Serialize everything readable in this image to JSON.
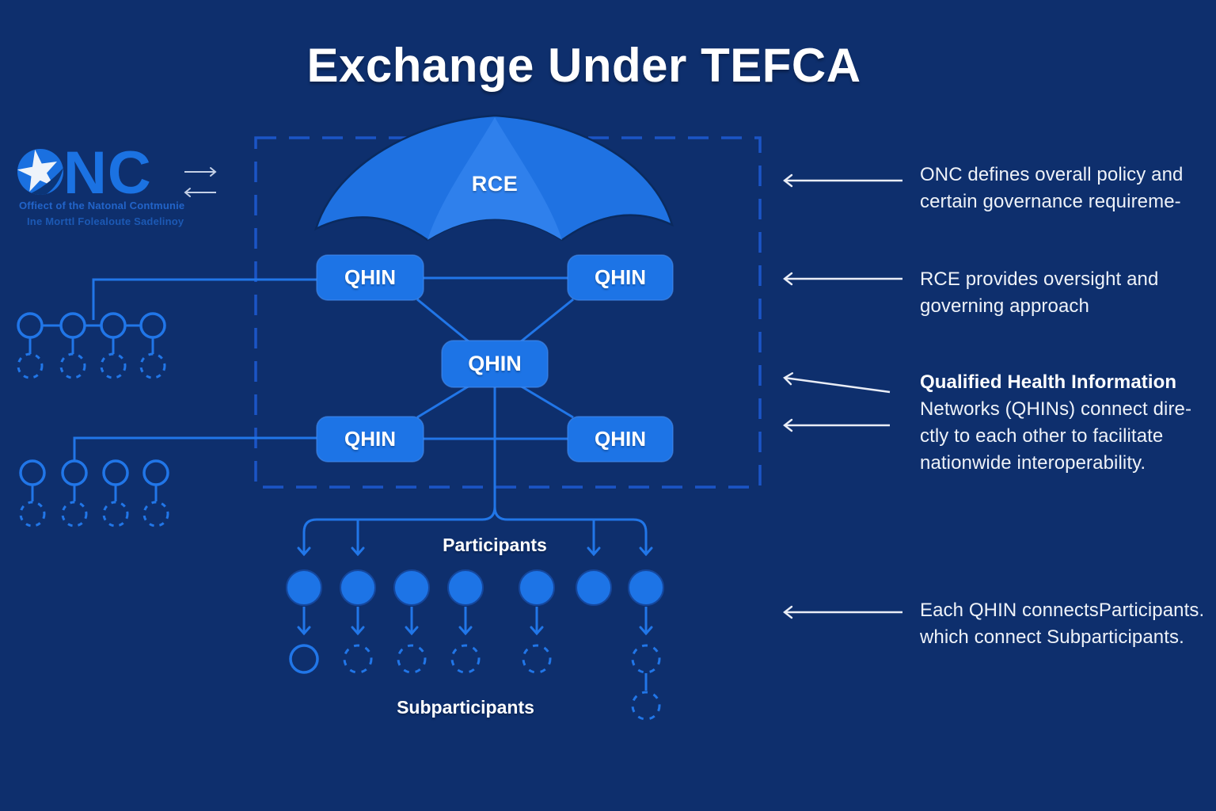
{
  "title": "Exchange Under TEFCA",
  "logo": {
    "letters": "NC",
    "subtitle_line1": "Offiect of the Natonal Contmunie",
    "subtitle_line2": "Ine Morttl Folealoute Sadelinoy"
  },
  "diagram": {
    "rce_label": "RCE",
    "qhin_labels": [
      "QHIN",
      "QHIN",
      "QHIN",
      "QHIN",
      "QHIN"
    ],
    "participants_label": "Participants",
    "subparticipants_label": "Subparticipants"
  },
  "annotations": [
    {
      "lines": [
        "ONC defines overall policy and",
        "certain governance requireme-"
      ]
    },
    {
      "lines": [
        "RCE provides oversight and",
        "governing approach"
      ]
    },
    {
      "lines": [
        "Qualified Health Information",
        "Networks (QHINs) connect dire-",
        "ctly to each other to facilitate",
        "nationwide interoperability."
      ]
    },
    {
      "lines": [
        "Each QHIN connectsParticipants.",
        "which connect Subparticipants."
      ]
    }
  ],
  "icons": {
    "onc_star_icon": "★",
    "exchange_arrows_icon": "⇄",
    "annotation_arrow_icon": "←"
  },
  "colors": {
    "background": "#0e2f6d",
    "primary_blue": "#1d74e6",
    "umbrella_center": "#2f80ec",
    "dashed_border": "#1b55c6",
    "connector_blue": "#2176e8",
    "annotation_arrow": "#e9edf6",
    "text_white": "#ffffff",
    "logo_blue": "#1b72e2"
  }
}
